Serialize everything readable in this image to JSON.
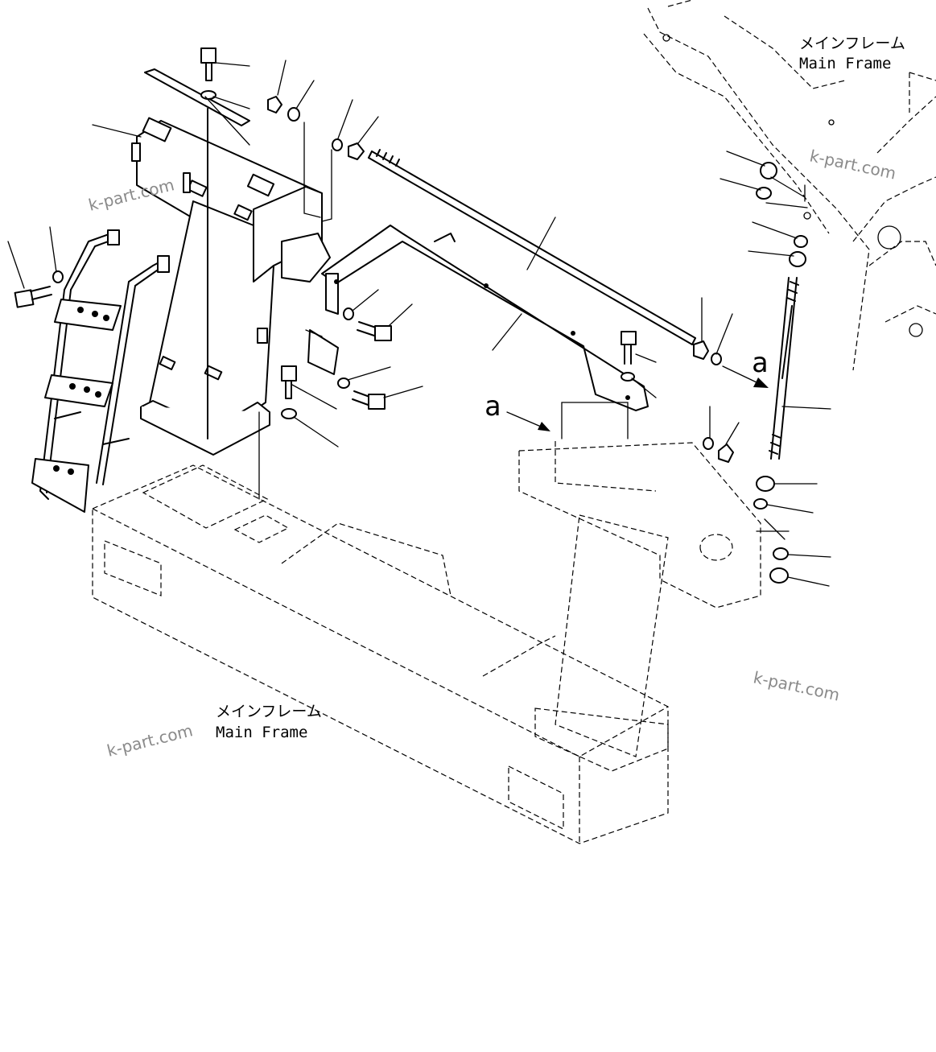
{
  "labels": {
    "main_frame_top_jp": "メインフレーム",
    "main_frame_top_en": "Main Frame",
    "main_frame_bottom_jp": "メインフレーム",
    "main_frame_bottom_en": "Main Frame"
  },
  "reference_marks": {
    "view_a_left": "a",
    "view_a_right": "a"
  },
  "watermarks": [
    "k-part.com",
    "k-part.com",
    "k-part.com",
    "k-part.com"
  ]
}
